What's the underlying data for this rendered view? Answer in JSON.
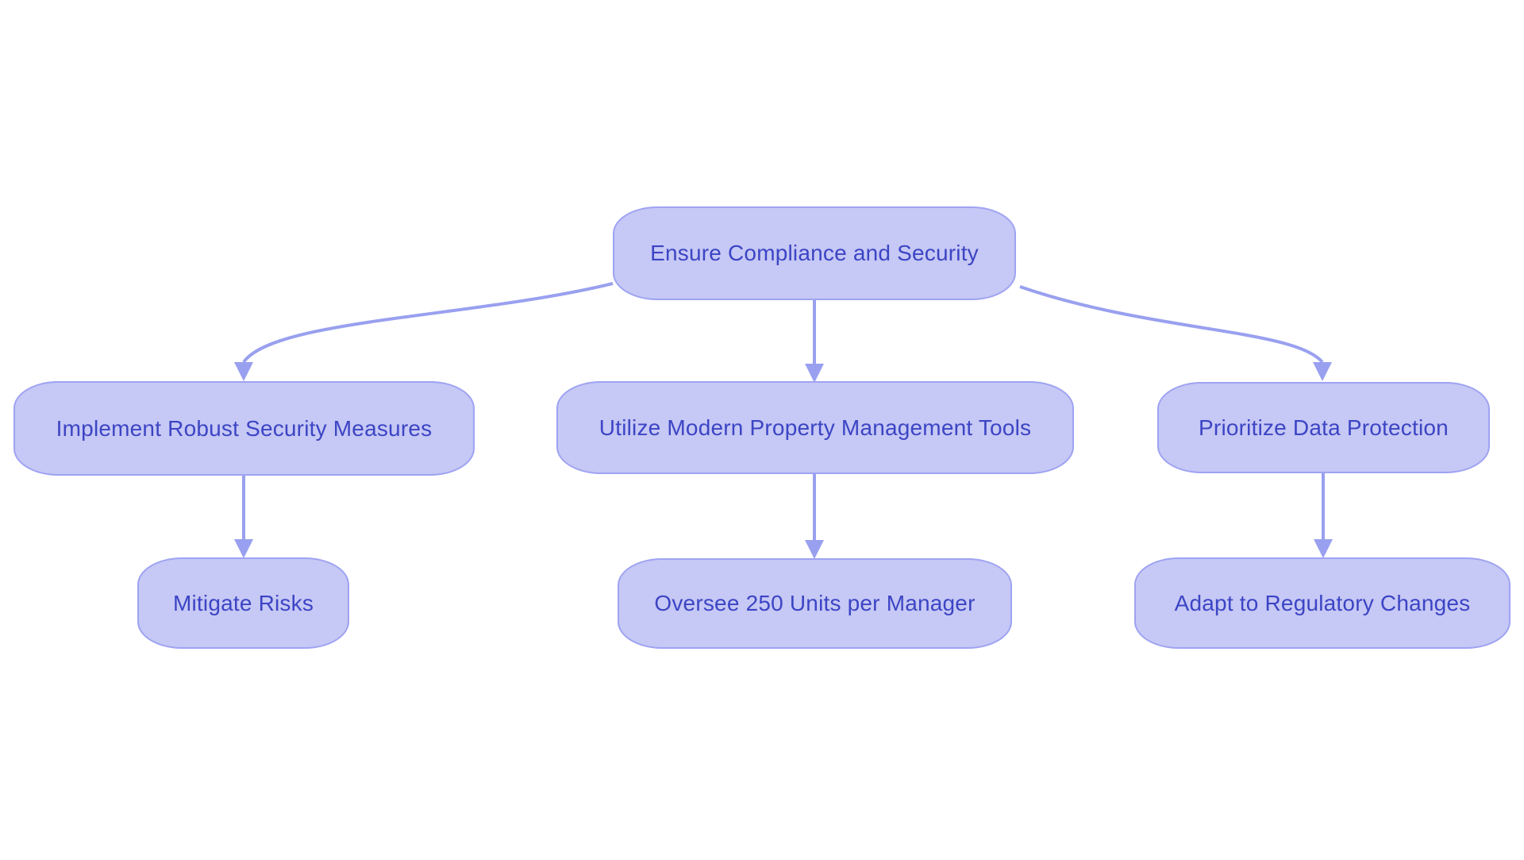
{
  "diagram": {
    "type": "flowchart",
    "direction": "top-down",
    "colors": {
      "background": "#ffffff",
      "node_fill": "#c6c8f5",
      "node_border": "#9ea3f2",
      "edge": "#99a0ef",
      "text": "#3c45c4"
    },
    "nodes": [
      {
        "id": "ensure-compliance",
        "label": "Ensure Compliance and Security"
      },
      {
        "id": "security-measures",
        "label": "Implement Robust Security Measures"
      },
      {
        "id": "management-tools",
        "label": "Utilize Modern Property Management Tools"
      },
      {
        "id": "data-protection",
        "label": "Prioritize Data Protection"
      },
      {
        "id": "mitigate-risks",
        "label": "Mitigate Risks"
      },
      {
        "id": "units-per-manager",
        "label": "Oversee 250 Units per Manager"
      },
      {
        "id": "regulatory-changes",
        "label": "Adapt to Regulatory Changes"
      }
    ],
    "edges": [
      {
        "from": "ensure-compliance",
        "to": "security-measures"
      },
      {
        "from": "ensure-compliance",
        "to": "management-tools"
      },
      {
        "from": "ensure-compliance",
        "to": "data-protection"
      },
      {
        "from": "security-measures",
        "to": "mitigate-risks"
      },
      {
        "from": "management-tools",
        "to": "units-per-manager"
      },
      {
        "from": "data-protection",
        "to": "regulatory-changes"
      }
    ]
  }
}
